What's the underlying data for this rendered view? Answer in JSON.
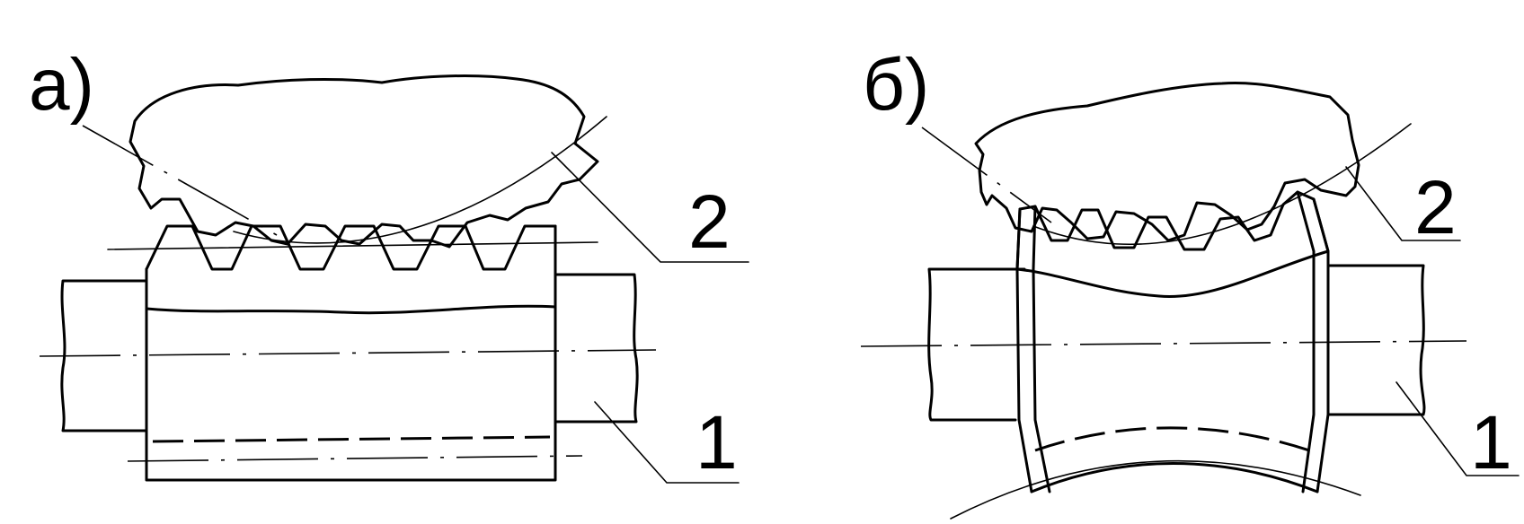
{
  "figure": {
    "panels": [
      {
        "id": "a",
        "label": "а)"
      },
      {
        "id": "b",
        "label": "б)"
      }
    ],
    "callouts": {
      "a": {
        "part_1": "1",
        "part_2": "2"
      },
      "b": {
        "part_1": "1",
        "part_2": "2"
      }
    },
    "colors": {
      "line": "#000000",
      "background": "#ffffff"
    }
  }
}
